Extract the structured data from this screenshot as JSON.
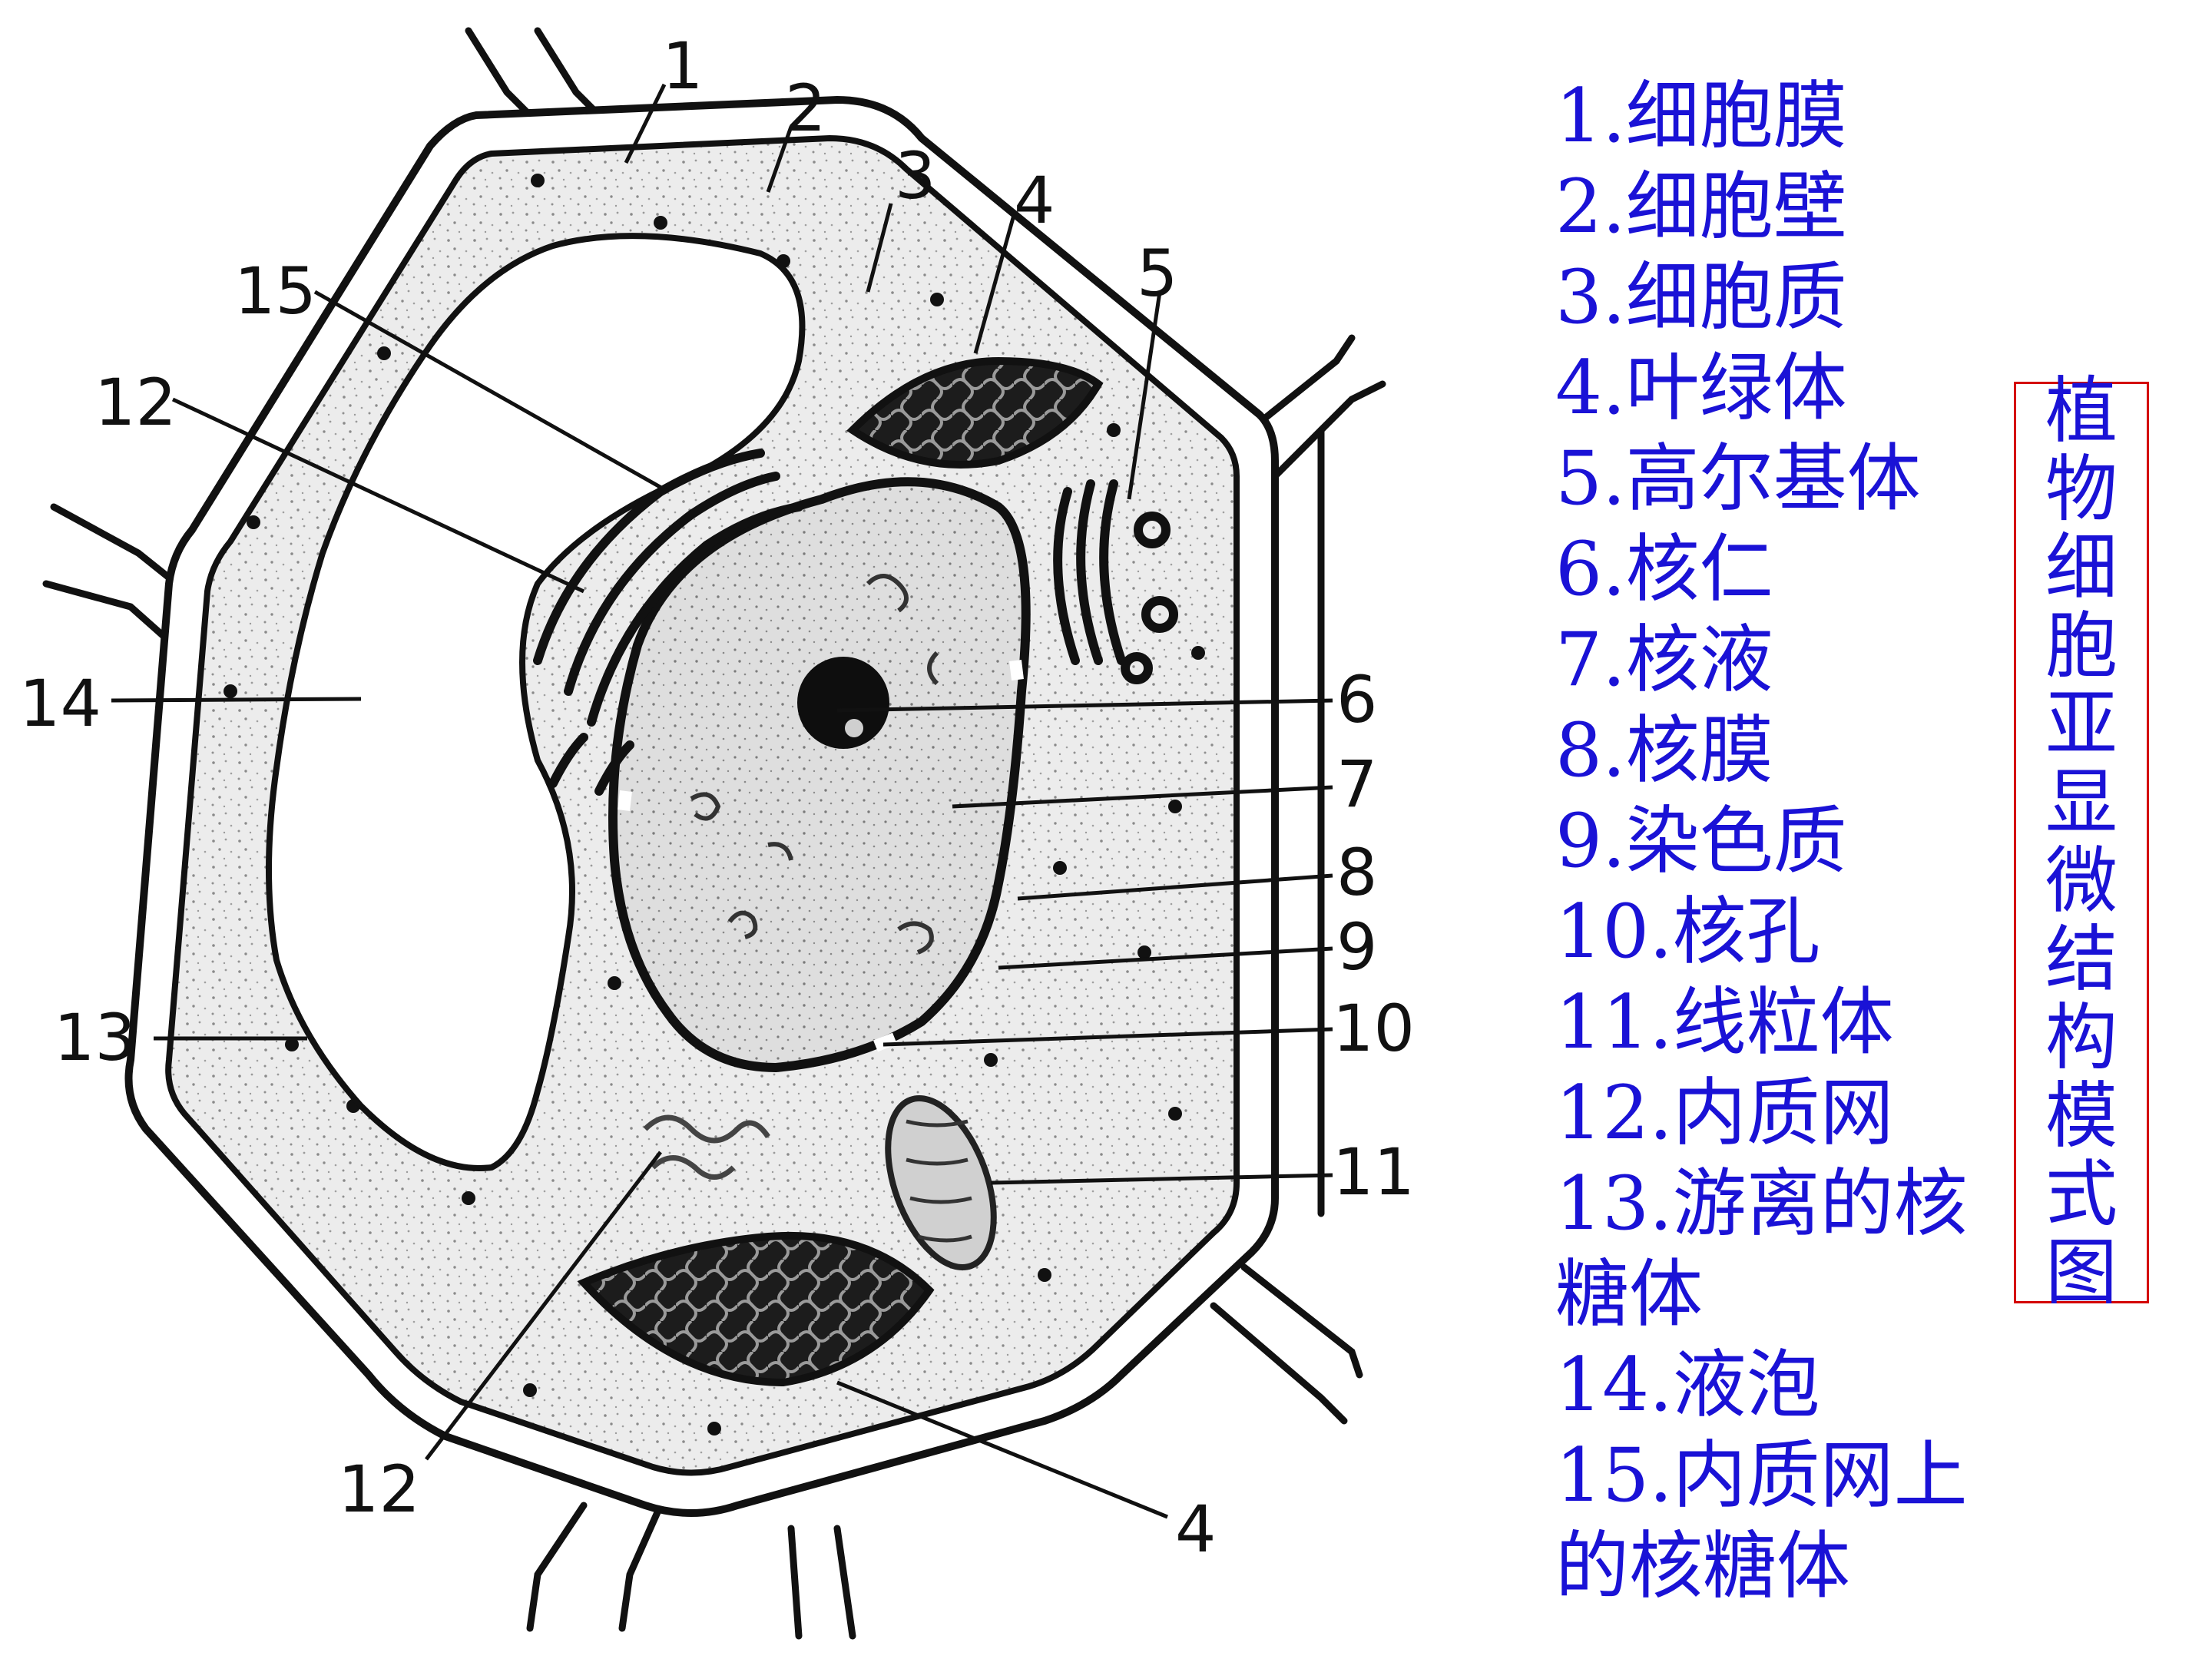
{
  "diagram": {
    "callouts": [
      {
        "id": "callout-1",
        "number": "1"
      },
      {
        "id": "callout-2",
        "number": "2"
      },
      {
        "id": "callout-3",
        "number": "3"
      },
      {
        "id": "callout-4-top",
        "number": "4"
      },
      {
        "id": "callout-5",
        "number": "5"
      },
      {
        "id": "callout-15",
        "number": "15"
      },
      {
        "id": "callout-12-top",
        "number": "12"
      },
      {
        "id": "callout-14",
        "number": "14"
      },
      {
        "id": "callout-13",
        "number": "13"
      },
      {
        "id": "callout-6",
        "number": "6"
      },
      {
        "id": "callout-7",
        "number": "7"
      },
      {
        "id": "callout-8",
        "number": "8"
      },
      {
        "id": "callout-9",
        "number": "9"
      },
      {
        "id": "callout-10",
        "number": "10"
      },
      {
        "id": "callout-11",
        "number": "11"
      },
      {
        "id": "callout-12-bottom",
        "number": "12"
      },
      {
        "id": "callout-4-bottom",
        "number": "4"
      }
    ]
  },
  "legend": {
    "items": [
      "1.细胞膜",
      "2.细胞壁",
      "3.细胞质",
      "4.叶绿体",
      "5.高尔基体",
      "6.核仁",
      "7.核液",
      "8.核膜",
      "9.染色质",
      "10.核孔",
      "11.线粒体",
      "12.内质网",
      "13.游离的核糖体",
      "14.液泡",
      "15.内质网上的核糖体"
    ]
  },
  "title": "植物细胞亚显微结构模式图",
  "colors": {
    "legend_text": "#1a12d6",
    "title_border": "#d40000",
    "line_art": "#111111"
  }
}
